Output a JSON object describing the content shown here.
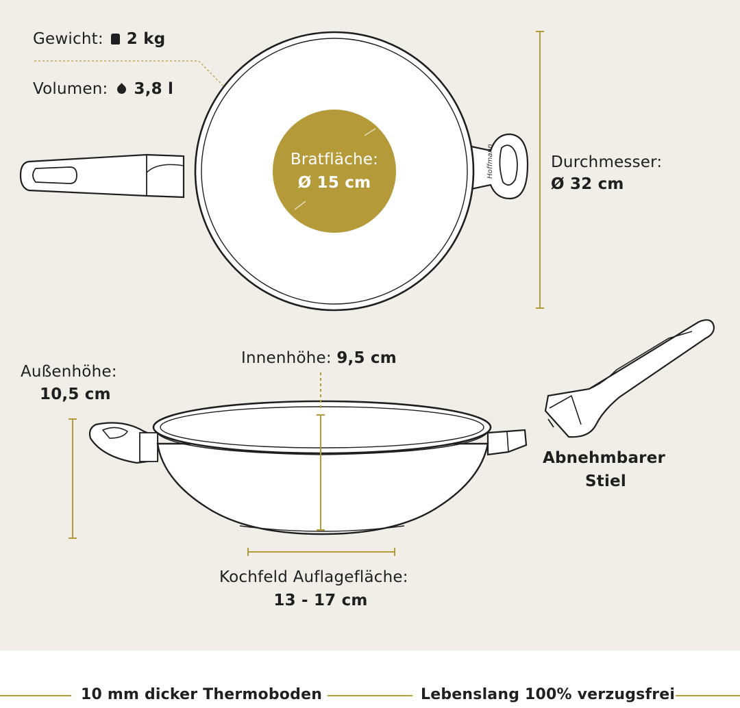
{
  "specs": {
    "weight_label": "Gewicht:",
    "weight_value": "2 kg",
    "weight_icon": "weight-icon",
    "volume_label": "Volumen:",
    "volume_value": "3,8 l",
    "volume_icon": "droplet-icon"
  },
  "top_view": {
    "frying_surface_label": "Bratfläche:",
    "frying_surface_value": "Ø 15 cm",
    "diameter_label": "Durchmesser:",
    "diameter_value": "Ø  32 cm",
    "brand_script": "Hoffmann"
  },
  "side_view": {
    "outer_height_label": "Außenhöhe:",
    "outer_height_value": "10,5 cm",
    "inner_height_label": "Innenhöhe:",
    "inner_height_value": "9,5 cm",
    "hob_surface_label": "Kochfeld Auflagefläche:",
    "hob_surface_value": "13 - 17 cm"
  },
  "handle": {
    "label_line1": "Abnehmbarer",
    "label_line2": "Stiel"
  },
  "footer": {
    "left": "10 mm dicker Thermoboden",
    "right": "Lebenslang 100% verzugsfrei"
  },
  "colors": {
    "accent_gold": "#b59a3a",
    "background": "#f1eee7",
    "line": "#1f1f1f"
  }
}
